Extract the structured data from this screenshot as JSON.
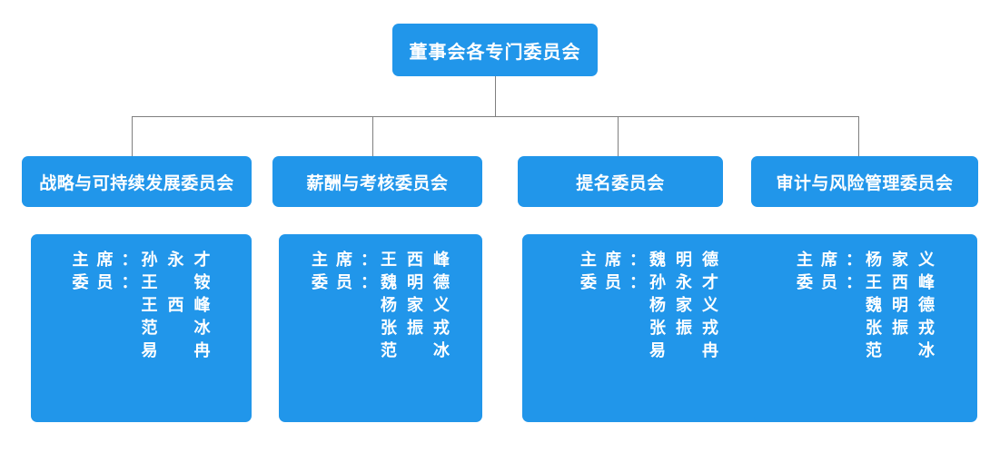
{
  "chart_title": "董事会各专门委员会",
  "colors": {
    "box_fill": "#2196ea",
    "box_text": "#ffffff",
    "connector": "#7f7f7f",
    "background": "#ffffff"
  },
  "root": {
    "label": "董事会各专门委员会"
  },
  "labels": {
    "chair": "主席：",
    "member": "委员："
  },
  "committees": [
    {
      "name": "战略与可持续发展委员会",
      "chair": "孙永才",
      "members": [
        "王铵",
        "王西峰",
        "范冰",
        "易冉"
      ]
    },
    {
      "name": "薪酬与考核委员会",
      "chair": "王西峰",
      "members": [
        "魏明德",
        "杨家义",
        "张振戎",
        "范冰"
      ]
    },
    {
      "name": "提名委员会",
      "chair": "魏明德",
      "members": [
        "孙永才",
        "杨家义",
        "张振戎",
        "易冉"
      ]
    },
    {
      "name": "审计与风险管理委员会",
      "chair": "杨家义",
      "members": [
        "王西峰",
        "魏明德",
        "张振戎",
        "范冰"
      ]
    }
  ]
}
